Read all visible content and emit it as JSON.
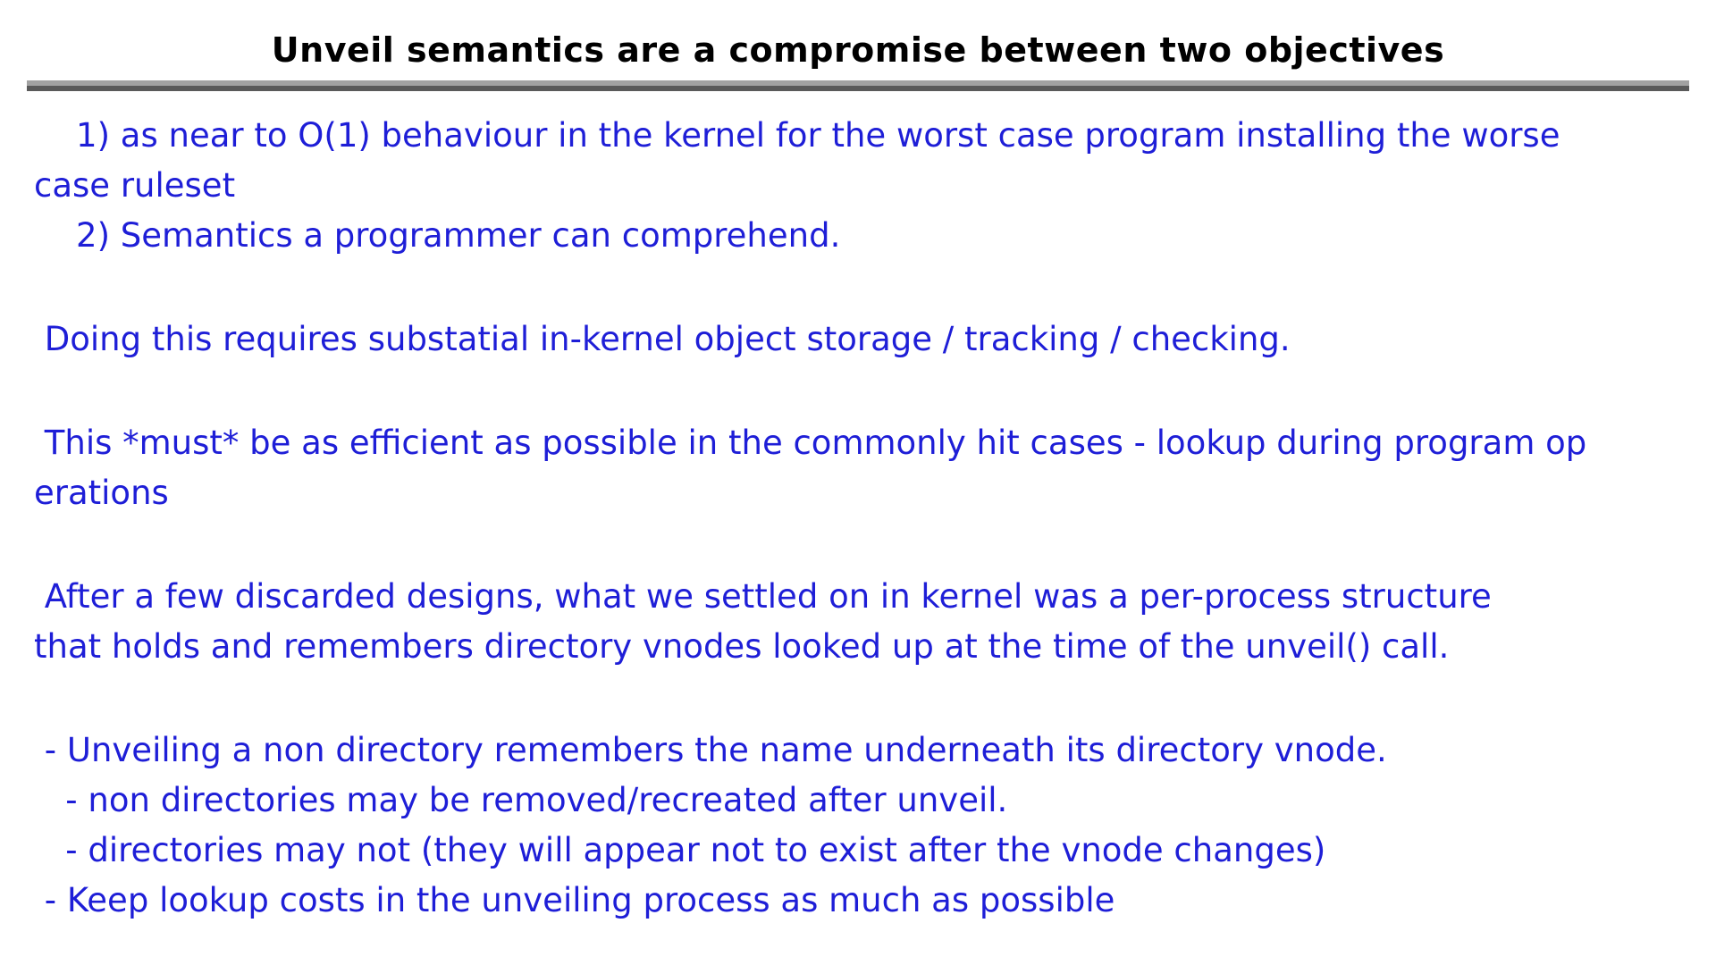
{
  "slide": {
    "title": "Unveil semantics are a compromise between two objectives",
    "colors": {
      "body_text": "#1e1ed7",
      "title_text": "#000000",
      "rule_top": "#a2a2a2",
      "rule_bottom": "#5a5a5a",
      "background": "#ffffff"
    },
    "paragraphs": [
      {
        "text": "    1) as near to O(1) behaviour in the kernel for the worst case program installing the worse\ncase ruleset\n    2) Semantics a programmer can comprehend."
      },
      {
        "text": " Doing this requires substatial in-kernel object storage / tracking / checking."
      },
      {
        "text": " This *must* be as efficient as possible in the commonly hit cases - lookup during program op\nerations"
      },
      {
        "text": " After a few discarded designs, what we settled on in kernel was a per-process structure\nthat holds and remembers directory vnodes looked up at the time of the unveil() call."
      },
      {
        "text": " - Unveiling a non directory remembers the name underneath its directory vnode.\n   - non directories may be removed/recreated after unveil.\n   - directories may not (they will appear not to exist after the vnode changes)\n - Keep lookup costs in the unveiling process as much as possible"
      }
    ]
  }
}
